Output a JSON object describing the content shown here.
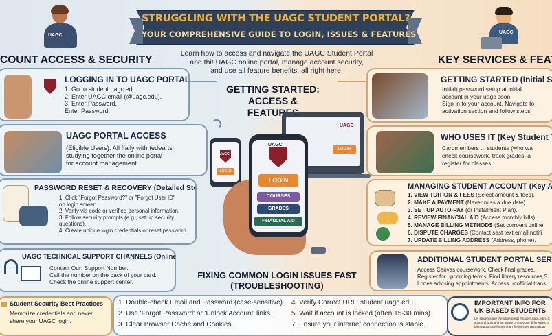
{
  "banner": {
    "title": "STRUGGLING WITH THE UAGC STUDENT PORTAL?",
    "subtitle": "YOUR COMPREHENSIVE GUIDE TO LOGIN, ISSUES & FEATURES"
  },
  "intro": "Learn how to access and navigate the UAGC Student Portal\nand thit UAGC online portal, manage account security,\nand use all feature benefits, all right here.",
  "left_section_title": "COUNT ACCESS & SECURITY",
  "right_section_title": "KEY SERVICES & FEATUR",
  "center_title": "GETTING STARTED:\nACCESS & FEATURES",
  "left_cards": [
    {
      "title": "LOGGING IN TO UAGC PORTAL",
      "body": "1. Go to student.uagc.edu.\n2. Enter UAGC email (@uagc.edu).\n3. Enter Password.\n    Enter Password."
    },
    {
      "title": "UAGC PORTAL ACCESS",
      "body": "(Eligible Users). All ffaily with tedearts\nstudying together the online portal\nfor account management."
    },
    {
      "title": "PASSWORD RESET & RECOVERY (Detailed Steps)",
      "body": "1. Click \"Forgot Password?\" or \"Forgot User ID\"\n    on login screen.\n2. Verify via code or verified personal information.\n3. Follow security prompts (e.g., set up security\n    questions).\n4. Create unique login credentials or reset password."
    },
    {
      "title": "UAGC TECHNICAL SUPPORT CHANNELS (Online Support)",
      "body": "Contact Our: Support Number.\nCall the number on the back of your card.\nCheck the online support center."
    },
    {
      "title": "Student Security Best Practices",
      "body": "Memorize credentials and never\nshare your UAGC login."
    }
  ],
  "right_cards": [
    {
      "title": "GETTING STARTED (Initial Se",
      "body": "Initial) password setup at initial\naccount in your uagc soon.\nSign in to your account. Navigate to\nactivation section and follow steps."
    },
    {
      "title": "WHO USES IT (Key Student T",
      "body": "Cardmembers ... students (who wa\ncheck coursework, track grades, a\nregister for classes."
    },
    {
      "title": "MANAGING STUDENT ACCOUNT (Key Ac",
      "items": [
        {
          "b": "1. VIEW TUITION & FEES",
          "t": " (Select amount & fees)."
        },
        {
          "b": "2. MAKE A PAYMENT",
          "t": " (Never miss a due date)."
        },
        {
          "b": "3. SET UP AUTO-PAY",
          "t": " (or Installment Plan)."
        },
        {
          "b": "4. REVIEW FINANCIAL AID",
          "t": " (Access monthly bills)."
        },
        {
          "b": "5. MANAGE BILLING METHODS",
          "t": " (Set corroent online"
        },
        {
          "b": "6. DISPUTE CHARGES",
          "t": " (Contact sest text,email notifi"
        },
        {
          "b": "7. UPDATE BILLING ADDRESS",
          "t": " (Address, phone)."
        }
      ]
    },
    {
      "title": "ADDITIONAL STUDENT PORTAL SERV",
      "body": "Access Canvas coursework.   Check final grades.\nRegister for upcoming terms, Find library resources,S\nLones advising appointments, Access unofficial trans"
    },
    {
      "title": "IMPORTANT INFO FOR\nUK-BASED STUDENTS",
      "body": "UK students use the same portal (student.uagc.edu). C\nsupport hours and be aware of timezone differences. S\nbilling postcode format is an file for international pay"
    }
  ],
  "phone": {
    "logo": "UAGC",
    "login_label": "LOGIN",
    "menu": [
      "COURSES",
      "GRADES",
      "FINANCIAL AID"
    ]
  },
  "small_phone": {
    "logo": "UAGC",
    "login_label": "LOGIN"
  },
  "laptop": {
    "logo": "UAGC",
    "login_label": "LOGIN"
  },
  "avatar_left_label": "UAGC",
  "avatar_right_label": "UAGC",
  "troubleshoot": {
    "title": "FIXING COMMON LOGIN ISSUES FAST\n(TROUBLESHOOTING)",
    "left": [
      "1. Double-check Email and Password (case-sensitive).",
      "2. Use 'Forgot Password' or 'Unlock Account' links.",
      "3. Clear Browser Cache and Cookies."
    ],
    "right": [
      "4. Verify Correct URL: student.uagc.edu.",
      "5. Wait if account is locked (often 15-30 mins).",
      "7. Ensure your internet connection is stable."
    ]
  },
  "colors": {
    "banner": "#2f4159",
    "banner_text": "#f2b136",
    "left_border": "#7d9db6",
    "right_border": "#d4a574",
    "login_button": "#e78a2d",
    "menu_button": "#2c4a73",
    "shield": "#8b1f2a"
  }
}
